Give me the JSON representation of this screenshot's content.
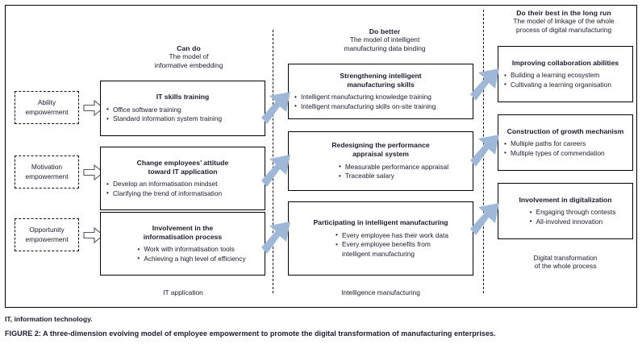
{
  "figure": {
    "abbreviation_note": "IT, information technology.",
    "caption": "FIGURE 2: A three-dimension evolving model of employee empowerment to promote the digital transformation of manufacturing enterprises.",
    "accent_blue": "#9FB8D8",
    "line_black": "#000000"
  },
  "columns": [
    {
      "id": "can-do",
      "heading_title": "Can do",
      "heading_sub": "The model of\ninformative embedding",
      "zone_label": "IT application"
    },
    {
      "id": "do-better",
      "heading_title": "Do better",
      "heading_sub": "The model of intelligent\nmanufacturing data binding",
      "zone_label": "Intelligence manufacturing"
    },
    {
      "id": "do-their-best",
      "heading_title": "Do their best in the long run",
      "heading_sub": "The model of linkage of the whole\nprocess of digital manufacturing",
      "zone_label": "Digital transformation\nof the whole process"
    }
  ],
  "drivers": [
    {
      "id": "ability",
      "label": "Ability\nempowerment"
    },
    {
      "id": "motivation",
      "label": "Motivation\nempowerment"
    },
    {
      "id": "opportunity",
      "label": "Opportunity\nempowerment"
    }
  ],
  "nodes": {
    "col1": [
      {
        "id": "it-skills-training",
        "title": "IT skills training",
        "bullets": [
          "Office software training",
          "Standard information system training"
        ]
      },
      {
        "id": "change-attitude",
        "title": "Change employees’ attitude\ntoward IT application",
        "bullets": [
          "Develop an informatisation mindset",
          "Clarifying the trend of informatisation"
        ]
      },
      {
        "id": "involvement-informatisation",
        "title": "Involvement in the\ninformatisation process",
        "bullets": [
          "Work with informatisation tools",
          "Achieving a high level of efficiency"
        ]
      }
    ],
    "col2": [
      {
        "id": "strengthening-skills",
        "title": "Strengthening intelligent\nmanufacturing skills",
        "bullets": [
          "Intelligent manufacturing knowledge training",
          "Intelligent manufacturing skills on-site training"
        ]
      },
      {
        "id": "redesigning-appraisal",
        "title": "Redesigning the performance\nappraisal system",
        "bullets": [
          "Measurable performance appraisal",
          "Traceable salary"
        ]
      },
      {
        "id": "participating-intelligent-manufacturing",
        "title": "Participating in intelligent manufacturing",
        "bullets": [
          "Every employee has their work data",
          "Every employee benefits from\n  intelligent manufacturing"
        ]
      }
    ],
    "col3": [
      {
        "id": "improving-collaboration",
        "title": "Improving collaboration abilities",
        "bullets": [
          "Building a learning ecosystem",
          "Cultivating a learning organisation"
        ]
      },
      {
        "id": "growth-mechanism",
        "title": "Construction of growth mechanism",
        "bullets": [
          "Multiple paths for careers",
          "Multiple types of commendation"
        ]
      },
      {
        "id": "involvement-digitalization",
        "title": "Involvement in digitalization",
        "bullets": [
          "Engaging through contests",
          "All-involved innovation"
        ]
      }
    ]
  }
}
